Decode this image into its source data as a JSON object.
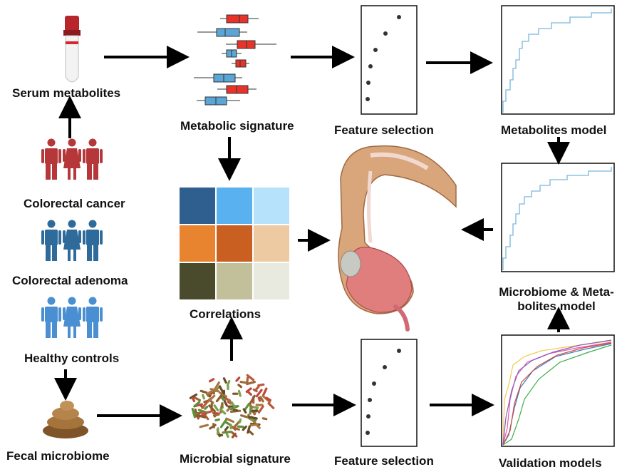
{
  "labels": {
    "serum_metabolites": "Serum metabolites",
    "colorectal_cancer": "Colorectal cancer",
    "colorectal_adenoma": "Colorectal adenoma",
    "healthy_controls": "Healthy controls",
    "fecal_microbiome": "Fecal microbiome",
    "metabolic_signature": "Metabolic signature",
    "correlations": "Correlations",
    "microbial_signature": "Microbial signature",
    "feature_selection_top": "Feature selection",
    "feature_selection_bottom": "Feature selection",
    "metabolites_model": "Metabolites model",
    "microbiome_metabolites_model": "Microbiome & Meta-bolites model",
    "validation_models": "Validation models"
  },
  "colors": {
    "cancer": "#b5373a",
    "adenoma": "#2e6a9a",
    "healthy": "#4a8fd2",
    "box_red": "#e8332b",
    "box_blue": "#5ba6d6",
    "roc_line": "#7ab6dc",
    "stool": "#9a6b3a"
  },
  "correlation_matrix": [
    [
      "#2f5f8e",
      "#5ab1f0",
      "#b6e3fb"
    ],
    [
      "#e8832f",
      "#c95f20",
      "#eecaa2"
    ],
    [
      "#4a4a2c",
      "#c1c09a",
      "#e9eadf"
    ]
  ],
  "icons": {
    "tube": "blood-tube-icon",
    "people": "people-group-icon",
    "stool": "stool-icon",
    "bacteria": "bacteria-cluster-icon",
    "colon": "colon-illustration-icon"
  }
}
